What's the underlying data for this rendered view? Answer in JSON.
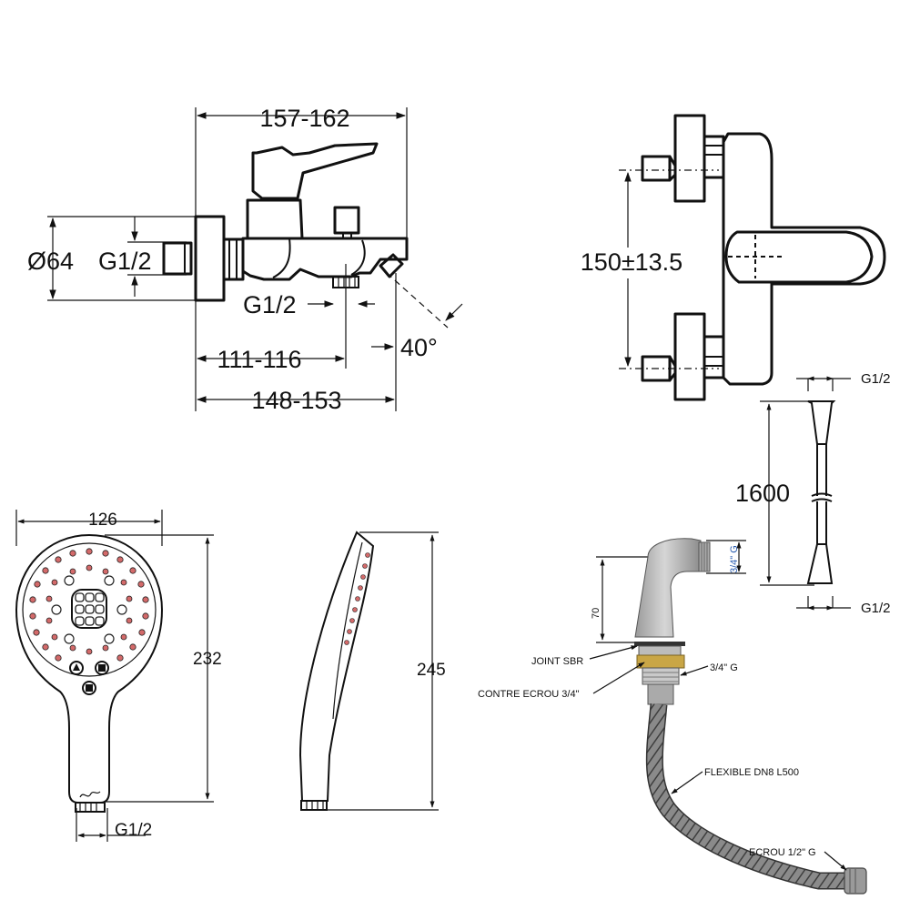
{
  "mixer_side_view": {
    "dim_overall_width": "157-162",
    "dim_body_diameter": "Ø64",
    "dim_inlet_thread": "G1/2",
    "dim_outlet_thread": "G1/2",
    "dim_outlet_position": "111-116",
    "dim_spout_reach": "148-153",
    "dim_spout_angle": "40°"
  },
  "mixer_top_view": {
    "dim_centre_distance": "150±13.5"
  },
  "hose": {
    "dim_length": "1600",
    "dim_top_thread": "G1/2",
    "dim_bottom_thread": "G1/2"
  },
  "hand_shower_front": {
    "dim_head_width": "126",
    "dim_height": "232",
    "dim_thread": "G1/2"
  },
  "hand_shower_side": {
    "dim_height": "245"
  },
  "diverter_kit": {
    "dim_height": "70",
    "dim_top_thread": "3/4\" G",
    "label_joint": "JOINT SBR",
    "label_locknut": "CONTRE ECROU 3/4\"",
    "label_thread": "3/4\" G",
    "label_flexible": "FLEXIBLE DN8 L500",
    "label_nut": "ECROU 1/2\" G"
  },
  "colors": {
    "line": "#111111",
    "chrome": "#b5b5b5",
    "brass": "#c9a646",
    "hose_braid": "#6b6b6b"
  }
}
